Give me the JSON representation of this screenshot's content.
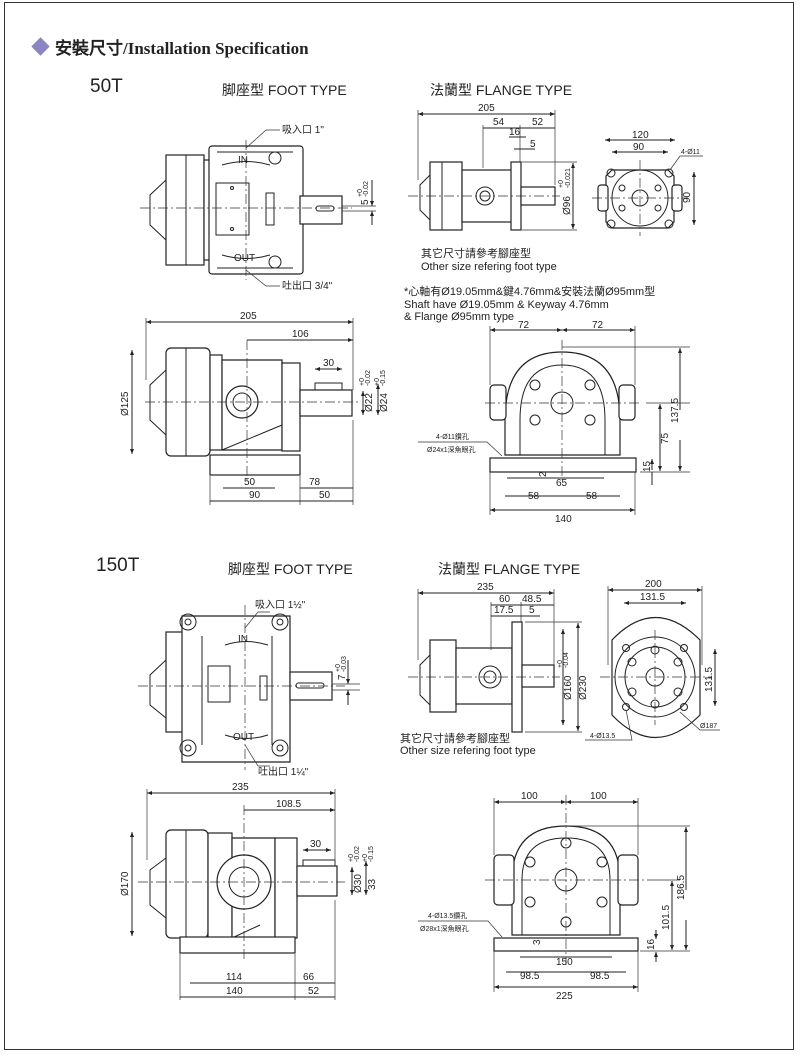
{
  "header": {
    "title": "安裝尺寸/Installation Specification",
    "accent_color": "#8a86c2"
  },
  "models": [
    {
      "name": "50T",
      "foot_type_label": "脚座型  FOOT TYPE",
      "flange_type_label": "法蘭型  FLANGE TYPE",
      "foot_top": {
        "inlet": "吸入口 1\"",
        "outlet": "吐出口 3/4\"",
        "in_mark": "IN",
        "out_mark": "OUT",
        "key_dim": "5",
        "key_tol_plus": "+0",
        "key_tol_minus": "-0.02"
      },
      "foot_side": {
        "overall_length": "205",
        "center_to_end": "106",
        "key_length": "30",
        "body_dia": "Ø125",
        "shaft_dia": "Ø22",
        "shaft_tol_plus": "+0",
        "shaft_tol_minus": "-0.02",
        "key_height": "Ø24",
        "key_tol_plus": "+0",
        "key_tol_minus": "-0.15",
        "bolt_spacing": "50",
        "base_length": "90",
        "shaft_from_base": "78",
        "shaft_ext": "50"
      },
      "flange_side": {
        "overall_length": "205",
        "d1": "54",
        "d2": "52",
        "d3": "16",
        "d4": "5",
        "pilot_dia": "Ø96",
        "pilot_tol_plus": "+0",
        "pilot_tol_minus": "-0.021"
      },
      "flange_front": {
        "width": "120",
        "bolt_spacing": "90",
        "bolt_holes": "4-Ø11",
        "height_spacing": "90"
      },
      "notes": [
        "其它尺寸請參考腳座型",
        "Other size refering foot type",
        "*心軸有Ø19.05mm&鍵4.76mm&安裝法蘭Ø95mm型",
        "Shaft have  Ø19.05mm  & Keyway 4.76mm",
        "& Flange  Ø95mm type"
      ],
      "foot_front": {
        "half_width_left": "72",
        "half_width_right": "72",
        "height_total": "137.5",
        "center_height": "75",
        "base_thickness": "15",
        "recess": "2",
        "recess_width": "65",
        "hole_left": "58",
        "hole_right": "58",
        "base_width": "140",
        "hole_note_1": "4-Ø11鑽孔",
        "hole_note_2": "Ø24x1深魚眼孔"
      }
    },
    {
      "name": "150T",
      "foot_type_label": "脚座型  FOOT TYPE",
      "flange_type_label": "法蘭型  FLANGE TYPE",
      "foot_top": {
        "inlet": "吸入口 1½\"",
        "outlet": "吐出口 1¼\"",
        "in_mark": "IN",
        "out_mark": "OUT",
        "key_dim": "7",
        "key_tol_plus": "+0",
        "key_tol_minus": "-0.03"
      },
      "foot_side": {
        "overall_length": "235",
        "center_to_end": "108.5",
        "key_length": "30",
        "body_dia": "Ø170",
        "shaft_dia": "Ø30",
        "shaft_tol_plus": "+0",
        "shaft_tol_minus": "-0.02",
        "key_height": "33",
        "key_tol_plus": "+0",
        "key_tol_minus": "-0.15",
        "bolt_spacing": "114",
        "base_length": "140",
        "shaft_from_base": "66",
        "shaft_ext": "52"
      },
      "flange_side": {
        "overall_length": "235",
        "d1": "60",
        "d2": "48.5",
        "d3": "17.5",
        "d4": "5",
        "pilot_dia": "Ø160",
        "pilot_tol_plus": "+0",
        "pilot_tol_minus": "-0.04",
        "flange_dia": "Ø230"
      },
      "flange_front": {
        "width": "200",
        "bolt_spacing": "131.5",
        "bolt_holes": "4-Ø13.5",
        "height_spacing": "131.5",
        "pcd": "Ø187"
      },
      "notes": [
        "其它尺寸請參考腳座型",
        "Other size refering foot type"
      ],
      "foot_front": {
        "half_width_left": "100",
        "half_width_right": "100",
        "height_total": "186.5",
        "center_height": "101.5",
        "base_thickness": "16",
        "recess": "3",
        "recess_width": "150",
        "hole_left": "98.5",
        "hole_right": "98.5",
        "base_width": "225",
        "hole_note_1": "4-Ø13.5鑽孔",
        "hole_note_2": "Ø28x1深魚眼孔"
      }
    }
  ]
}
